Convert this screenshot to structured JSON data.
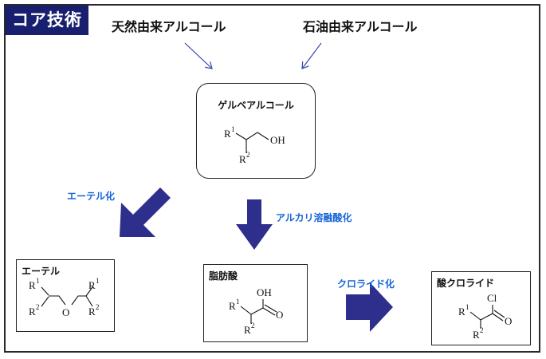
{
  "header": {
    "tag": "コア技術"
  },
  "sources": {
    "natural": "天然由来アルコール",
    "petroleum": "石油由来アルコール"
  },
  "center_box": {
    "title": "ゲルベアルコール",
    "atoms": {
      "r1": "R",
      "r1_sup": "1",
      "r2": "R",
      "r2_sup": "2",
      "oh": "OH"
    }
  },
  "arrows": {
    "etherification": "エーテル化",
    "alkali_fusion": "アルカリ溶融酸化",
    "chloride": "クロライド化"
  },
  "ether_box": {
    "title": "エーテル",
    "atoms": {
      "r1a": "R",
      "r1a_sup": "1",
      "r2a": "R",
      "r2a_sup": "2",
      "o": "O",
      "r1b": "R",
      "r1b_sup": "1",
      "r2b": "R",
      "r2b_sup": "2"
    }
  },
  "fatty_box": {
    "title": "脂肪酸",
    "atoms": {
      "oh": "OH",
      "o": "O",
      "r1": "R",
      "r1_sup": "1",
      "r2": "R",
      "r2_sup": "2"
    }
  },
  "chloride_box": {
    "title": "酸クロライド",
    "atoms": {
      "cl": "Cl",
      "o": "O",
      "r1": "R",
      "r1_sup": "1",
      "r2": "R",
      "r2_sup": "2"
    }
  },
  "colors": {
    "tag_bg": "#171f6e",
    "big_arrow": "#2e2e8c",
    "label_blue": "#1565d8"
  }
}
